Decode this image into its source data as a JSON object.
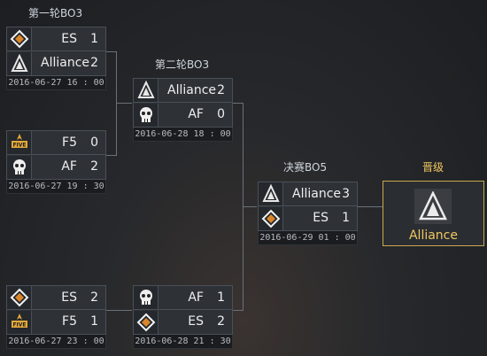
{
  "rounds": {
    "r1": "第一轮BO3",
    "r2": "第二轮BO3",
    "final": "决赛BO5",
    "advance": "晋级"
  },
  "matches": {
    "m1": {
      "t1": {
        "name": "ES",
        "score": "1",
        "logo": "escape-logo"
      },
      "t2": {
        "name": "Alliance",
        "score": "2",
        "logo": "alliance-logo"
      },
      "time": "2016-06-27 16 : 00"
    },
    "m2": {
      "t1": {
        "name": "F5",
        "score": "0",
        "logo": "five-logo"
      },
      "t2": {
        "name": "AF",
        "score": "2",
        "logo": "af-logo"
      },
      "time": "2016-06-27 19 : 30"
    },
    "m3": {
      "t1": {
        "name": "ES",
        "score": "2",
        "logo": "escape-logo"
      },
      "t2": {
        "name": "F5",
        "score": "1",
        "logo": "five-logo"
      },
      "time": "2016-06-27 23 : 00"
    },
    "m4": {
      "t1": {
        "name": "Alliance",
        "score": "2",
        "logo": "alliance-logo"
      },
      "t2": {
        "name": "AF",
        "score": "0",
        "logo": "af-logo"
      },
      "time": "2016-06-28 18 : 00"
    },
    "m5": {
      "t1": {
        "name": "AF",
        "score": "1",
        "logo": "af-logo"
      },
      "t2": {
        "name": "ES",
        "score": "2",
        "logo": "escape-logo"
      },
      "time": "2016-06-28 21 : 30"
    },
    "m6": {
      "t1": {
        "name": "Alliance",
        "score": "3",
        "logo": "alliance-logo"
      },
      "t2": {
        "name": "ES",
        "score": "1",
        "logo": "escape-logo"
      },
      "time": "2016-06-29 01 : 00"
    }
  },
  "winner": {
    "name": "Alliance",
    "logo": "alliance-logo"
  },
  "colors": {
    "accent": "#f0c860",
    "line": "#6b7178"
  }
}
